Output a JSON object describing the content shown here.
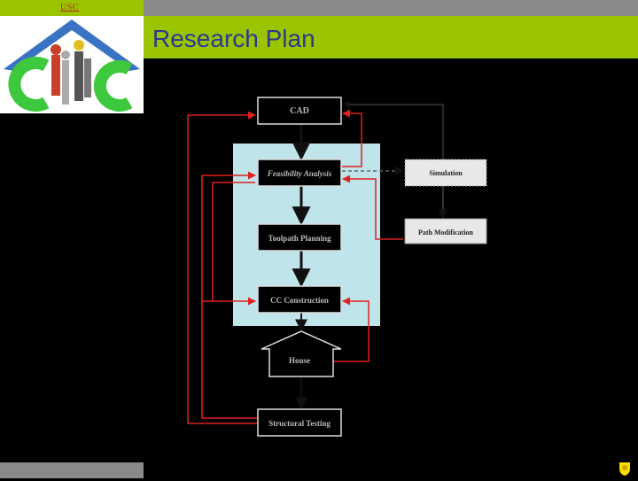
{
  "header": {
    "org_label": "USC",
    "title": "Research Plan"
  },
  "logo": {
    "icon": "cc-house-logo-icon",
    "letters": [
      "C",
      "C"
    ],
    "colors": {
      "roof": "#3a73c4",
      "letters": "#3ec83e",
      "figures": [
        "#c8402a",
        "#e0c020",
        "#888888",
        "#555555"
      ]
    }
  },
  "diagram": {
    "nodes": {
      "cad": "CAD",
      "feasibility": "Feasibility Analysis",
      "toolpath": "Toolpath Planning",
      "cc_construction": "CC Construction",
      "house": "House",
      "structural": "Structural Testing",
      "simulation": "Simulation",
      "path_mod": "Path Modification"
    },
    "colors": {
      "feedback_arrow": "#e02020",
      "flow_arrow": "#111111",
      "cluster_bg": "#bfe4ea",
      "aux_box": "#e8e8e8",
      "node_box": "#000000"
    }
  },
  "footer": {
    "corner_icon": "sun-shield-icon",
    "colors": {
      "accent": "#f5e000"
    }
  }
}
